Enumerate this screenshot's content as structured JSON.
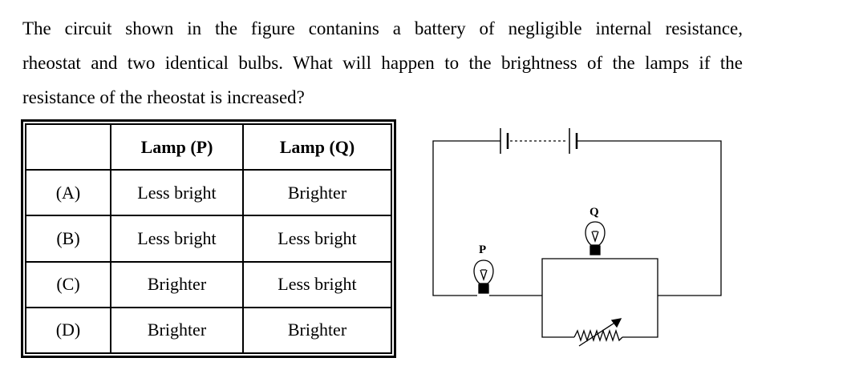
{
  "question": {
    "line1": "The circuit shown in the figure contanins a battery of negligible internal resistance,",
    "line2": "rheostat and two identical bulbs. What will happen to the brightness of the lamps if the",
    "line3": "resistance of the rheostat is increased?"
  },
  "table": {
    "headers": [
      "",
      "Lamp (P)",
      "Lamp (Q)"
    ],
    "rows": [
      {
        "option": "(A)",
        "p": "Less bright",
        "q": "Brighter"
      },
      {
        "option": "(B)",
        "p": "Less bright",
        "q": "Less bright"
      },
      {
        "option": "(C)",
        "p": "Brighter",
        "q": "Less bright"
      },
      {
        "option": "(D)",
        "p": "Brighter",
        "q": "Brighter"
      }
    ]
  },
  "circuit": {
    "label_p": "P",
    "label_q": "Q",
    "icons": [
      "battery-icon",
      "bulb-icon",
      "rheostat-icon"
    ]
  }
}
